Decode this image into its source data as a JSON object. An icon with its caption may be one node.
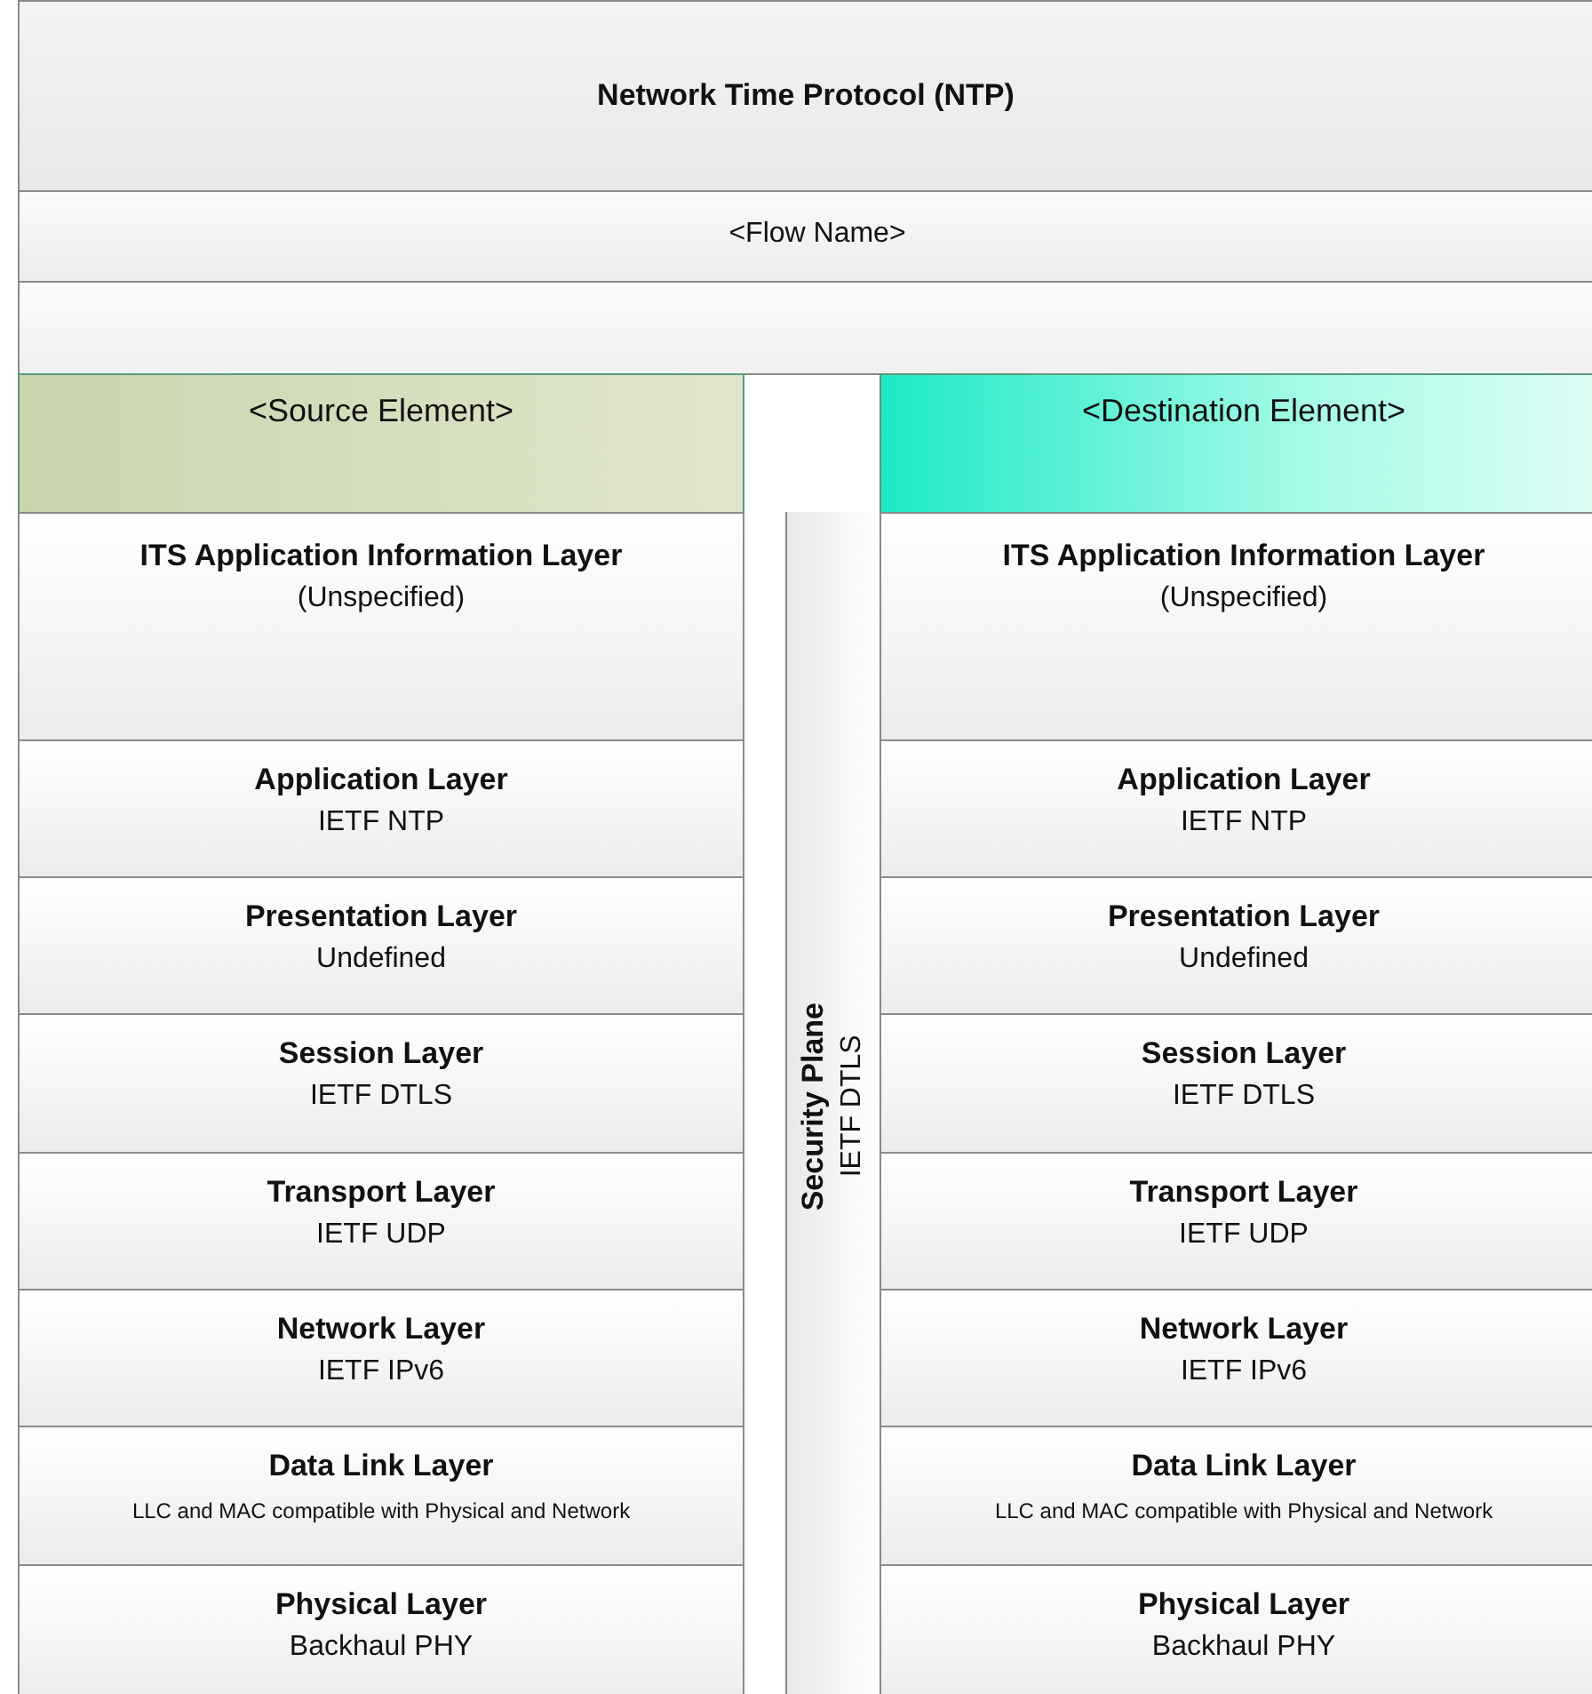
{
  "diagram": {
    "title": "Network Time Protocol (NTP)",
    "nodes": [
      {
        "text": [
          "<Flow Name>"
        ]
      },
      {
        "text": [],
        "shape": "box"
      },
      {
        "text": [
          "<Source Element>"
        ]
      },
      {
        "text": [
          "<Destination Element>"
        ]
      },
      {
        "text": [
          "ITS Application Information Layer",
          "(Unspecified)"
        ]
      },
      {
        "text": [
          "Application Layer",
          "IETF NTP"
        ]
      },
      {
        "text": [
          "Presentation Layer",
          "Undefined"
        ]
      },
      {
        "text": [
          "Session Layer",
          "IETF DTLS"
        ]
      },
      {
        "text": [
          "Transport Layer",
          "IETF UDP"
        ]
      },
      {
        "text": [
          "Network Layer",
          "IETF IPv6"
        ]
      },
      {
        "text": [
          "Data Link Layer",
          "LLC and MAC compatible with Physical and Network"
        ]
      },
      {
        "text": [
          "Physical Layer",
          "Backhaul PHY"
        ]
      },
      {
        "text": [
          "Security Plane",
          "IETF DTLS"
        ]
      },
      {
        "text": [
          "ITS Application Information Layer",
          "(Unspecified)"
        ]
      },
      {
        "text": [
          "Application Layer",
          "IETF NTP"
        ]
      },
      {
        "text": [
          "Presentation Layer",
          "Undefined"
        ]
      },
      {
        "text": [
          "Session Layer",
          "IETF DTLS"
        ]
      },
      {
        "text": [
          "Transport Layer",
          "IETF UDP"
        ]
      },
      {
        "text": [
          "Network Layer",
          "IETF IPv6"
        ]
      },
      {
        "text": [
          "Data Link Layer",
          "LLC and MAC compatible with Physical and Network"
        ]
      },
      {
        "text": [
          "Physical Layer",
          "Backhaul PHY"
        ]
      }
    ]
  }
}
